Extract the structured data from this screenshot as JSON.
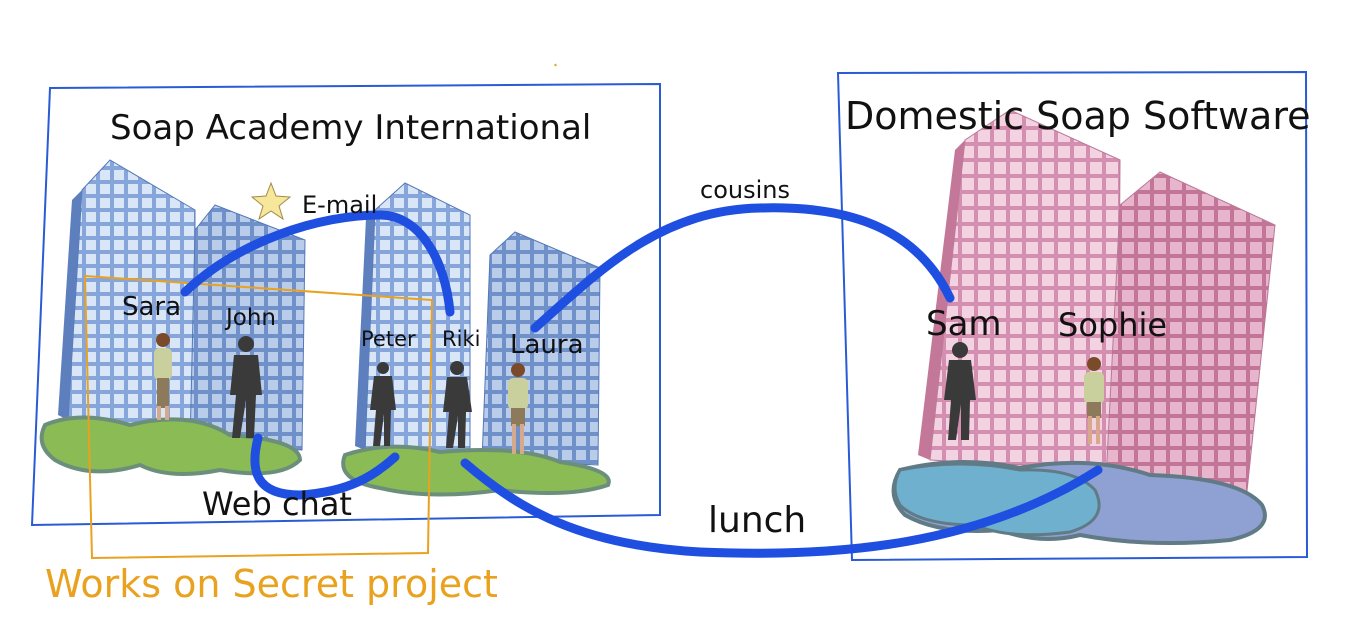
{
  "orgs": {
    "left": {
      "name": "Soap Academy International"
    },
    "right": {
      "name": "Domestic Soap Software"
    }
  },
  "people": {
    "sara": "Sara",
    "john": "John",
    "peter": "Peter",
    "riki": "Riki",
    "laura": "Laura",
    "sam": "Sam",
    "sophie": "Sophie"
  },
  "connections": {
    "email": "E-mail",
    "webchat": "Web chat",
    "cousins": "cousins",
    "lunch": "lunch"
  },
  "project": {
    "label": "Works on Secret project"
  },
  "colors": {
    "link": "#1f4fe0",
    "org_frame": "#2a5bd7",
    "project": "#e9a21f",
    "left_towers": "#7e9fd6",
    "right_towers": "#d58fb0",
    "ground_green": "#8bbb55",
    "ground_blue": "#6fb0cf"
  },
  "icons": [
    "star-icon",
    "person-icon"
  ]
}
